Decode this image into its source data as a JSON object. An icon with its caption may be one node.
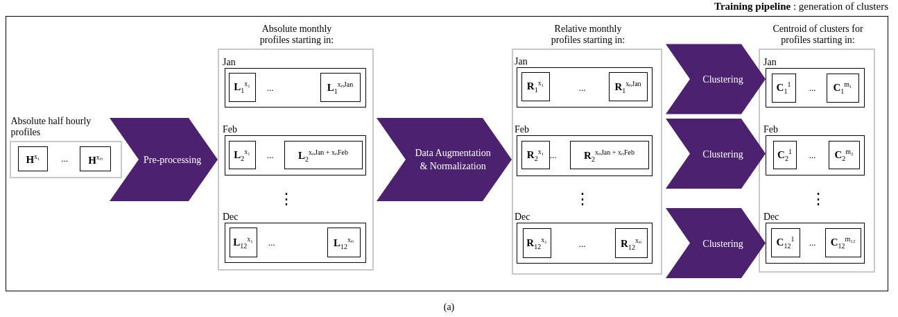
{
  "diagram": {
    "title": "**Training pipeline** : generation of clusters",
    "caption": "(a)",
    "nodes": [
      {
        "text": [
          "Absolute half hourly profiles"
        ]
      },
      {
        "text": [
          "**H**$^{x₁}$"
        ],
        "in": 0
      },
      {
        "text": [
          "**H**$^{xₙ}$"
        ],
        "in": 0
      },
      {
        "text": [
          "Absolute monthly profiles starting in:"
        ]
      },
      {
        "text": [
          "Jan"
        ],
        "in": 3
      },
      {
        "text": [
          "**L**$_{1}$$^{x₁}$"
        ],
        "in": 4
      },
      {
        "text": [
          "**L**$_{1}$$^{xₙJan}$"
        ],
        "in": 4
      },
      {
        "text": [
          "Feb"
        ],
        "in": 3
      },
      {
        "text": [
          "**L**$_{2}$$^{x₁}$"
        ],
        "in": 7
      },
      {
        "text": [
          "**L**$_{2}$$^{xₙJan + xₙFeb}$"
        ],
        "in": 7
      },
      {
        "text": [
          "Dec"
        ],
        "in": 3
      },
      {
        "text": [
          "**L**$_{12}$$^{x₁}$"
        ],
        "in": 10
      },
      {
        "text": [
          "**L**$_{12}$$^{xₙ}$"
        ],
        "in": 10
      },
      {
        "text": [
          "Relative monthly profiles starting in:"
        ]
      },
      {
        "text": [
          "Jan"
        ],
        "in": 13
      },
      {
        "text": [
          "**R**$_{1}$$^{x₁}$"
        ],
        "in": 14
      },
      {
        "text": [
          "**R**$_{1}$$^{xₙJan}$"
        ],
        "in": 14
      },
      {
        "text": [
          "Feb"
        ],
        "in": 13
      },
      {
        "text": [
          "**R**$_{2}$$^{x₁}$"
        ],
        "in": 17
      },
      {
        "text": [
          "**R**$_{2}$$^{xₙJan + xₙFeb}$"
        ],
        "in": 17
      },
      {
        "text": [
          "Dec"
        ],
        "in": 13
      },
      {
        "text": [
          "**R**$_{12}$$^{x₁}$"
        ],
        "in": 20
      },
      {
        "text": [
          "**R**$_{12}$$^{xₙ}$"
        ],
        "in": 20
      },
      {
        "text": [
          "Centroid of clusters for profiles starting in:"
        ]
      },
      {
        "text": [
          "Jan"
        ],
        "in": 23
      },
      {
        "text": [
          "**C**$_{1}$$^{1}$"
        ],
        "in": 24
      },
      {
        "text": [
          "**C**$_{1}$$^{m₁}$"
        ],
        "in": 24
      },
      {
        "text": [
          "Feb"
        ],
        "in": 23
      },
      {
        "text": [
          "**C**$_{2}$$^{1}$"
        ],
        "in": 27
      },
      {
        "text": [
          "**C**$_{2}$$^{m₂}$"
        ],
        "in": 27
      },
      {
        "text": [
          "Dec"
        ],
        "in": 23
      },
      {
        "text": [
          "**C**$_{12}$$^{1}$"
        ],
        "in": 30
      },
      {
        "text": [
          "**C**$_{12}$$^{m₁₂}$"
        ],
        "in": 30
      }
    ],
    "edges": [
      {
        "from": 0,
        "to": 3,
        "arrow": "to",
        "label": "Pre-processing"
      },
      {
        "from": 3,
        "to": 13,
        "arrow": "to",
        "label": "Data Augmentation & Normalization"
      },
      {
        "from": 14,
        "to": 24,
        "arrow": "to",
        "label": "Clustering"
      },
      {
        "from": 17,
        "to": 27,
        "arrow": "to",
        "label": "Clustering"
      },
      {
        "from": 20,
        "to": 30,
        "arrow": "to",
        "label": "Clustering"
      }
    ],
    "labels": [
      "...",
      "...",
      "...",
      "⋮",
      "...",
      "...",
      "...",
      "⋮",
      "...",
      "...",
      "...",
      "⋮",
      "..."
    ]
  }
}
